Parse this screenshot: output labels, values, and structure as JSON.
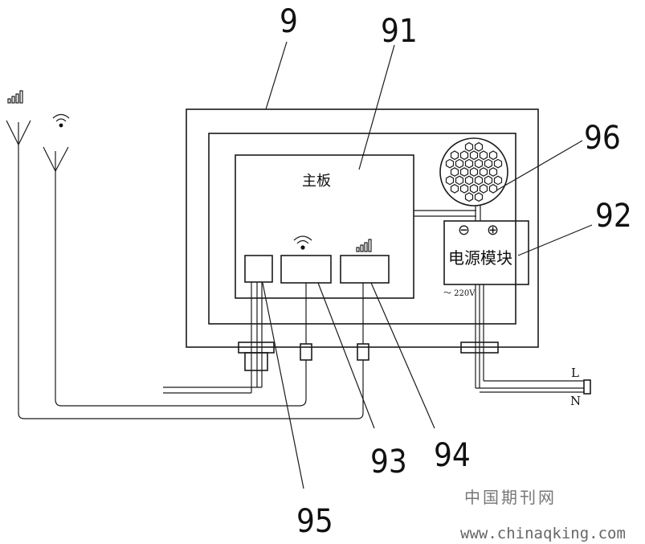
{
  "labels": {
    "device": "9",
    "mainboard_ref": "91",
    "power_module_ref": "92",
    "wifi_module_ref": "93",
    "cellular_module_ref": "94",
    "port_ref": "95",
    "speaker_ref": "96"
  },
  "mainboard_text": "主板",
  "power_module_text": "电源模块",
  "power_minus": "⊖",
  "power_plus": "⊕",
  "ac_input": "～ 220V",
  "live_terminal": "L",
  "neutral_terminal": "N",
  "watermark": {
    "name": "中国期刊网",
    "url": "www.chinaqking.com"
  },
  "icons": {
    "signal": "signal-bars-icon",
    "wifi": "wifi-icon",
    "antenna": "antenna-icon",
    "speaker": "speaker-grille-icon"
  }
}
